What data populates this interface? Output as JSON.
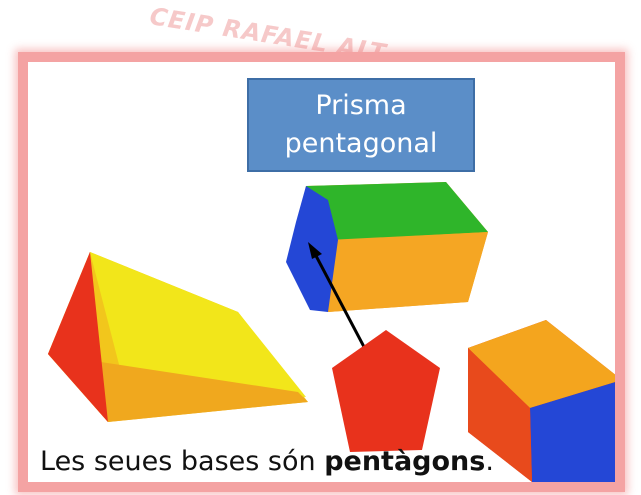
{
  "watermark": {
    "text": "CEIP RAFAEL ALT"
  },
  "label": {
    "line1": "Prisma",
    "line2": "pentagonal"
  },
  "caption": {
    "prefix": "Les seues bases són ",
    "bold": "pentàgons",
    "suffix": "."
  },
  "colors": {
    "border": "#f4a3a3",
    "label_bg": "#5b8ec8",
    "red": "#e8321c",
    "orange": "#f4a01e",
    "yellow": "#f2e21a",
    "green": "#2fb52a",
    "blue": "#2447d6"
  }
}
